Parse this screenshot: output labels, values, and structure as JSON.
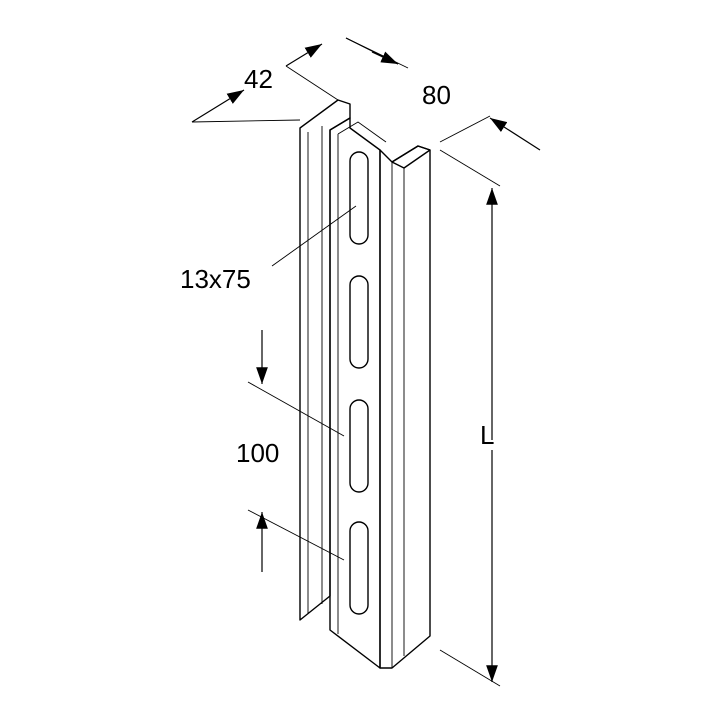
{
  "labels": {
    "depth": "42",
    "width": "80",
    "slot": "13x75",
    "pitch": "100",
    "length": "L"
  },
  "colors": {
    "line": "#000000",
    "fill": "#ffffff",
    "shade": "#e6e6e6"
  }
}
